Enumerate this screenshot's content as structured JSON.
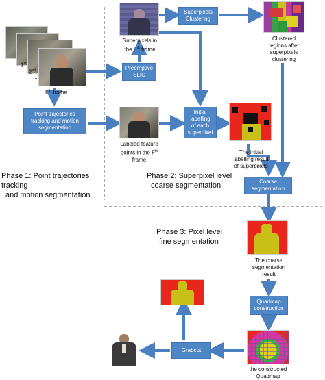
{
  "phases": {
    "phase1": [
      "Phase 1: Point trajectories tracking",
      "and motion segmentation"
    ],
    "phase2": [
      "Phase 2: Superpixel level",
      "coarse segmentation"
    ],
    "phase3": [
      "Phase 3: Pixel level",
      "fine segmentation"
    ]
  },
  "boxes": {
    "superpixels_clustering": [
      "Superpixels",
      "Clustering"
    ],
    "preemptive_slic": [
      "Preemptive",
      "SLIC"
    ],
    "point_trajectories": [
      "Point trajectories",
      "tracking and motion",
      "segmentation"
    ],
    "initial_labelling": [
      "Initial",
      "labelling",
      "of each",
      "superpixel"
    ],
    "coarse_segmentation": [
      "Coarse",
      "segmentation"
    ],
    "quadmap_construction": [
      "Quadmap",
      "construction"
    ],
    "grabcut": "Grabcut"
  },
  "captions": {
    "superpixels_frame": [
      "Superpixels in",
      "the F",
      "th",
      " frame"
    ],
    "clustered_regions": [
      "Clustered",
      "regions after",
      "superpixels",
      "clustering"
    ],
    "labeled_points": [
      "Labeled feature",
      "points in the F",
      "th",
      "",
      "frame"
    ],
    "initial_result": [
      "The initial",
      "labelling result",
      "of superpixels"
    ],
    "coarse_result": [
      "The coarse",
      "segmentation",
      "result"
    ],
    "constructed_quadmap": [
      "the constructed",
      "Quadmap"
    ],
    "frame_1st": "1",
    "frame_1st_sup": "st",
    "frame_2nd": "2",
    "frame_2nd_sup": "nd",
    "frame_dots": "...",
    "frame_fth": "F",
    "frame_fth_sup": "th",
    "frame_fth_word": " frame"
  },
  "colors": {
    "box_blue": "#4f86c6",
    "arrow_blue": "#4a7fc0",
    "mask_red": "#e8261c",
    "mask_olive": "#c8c018"
  }
}
